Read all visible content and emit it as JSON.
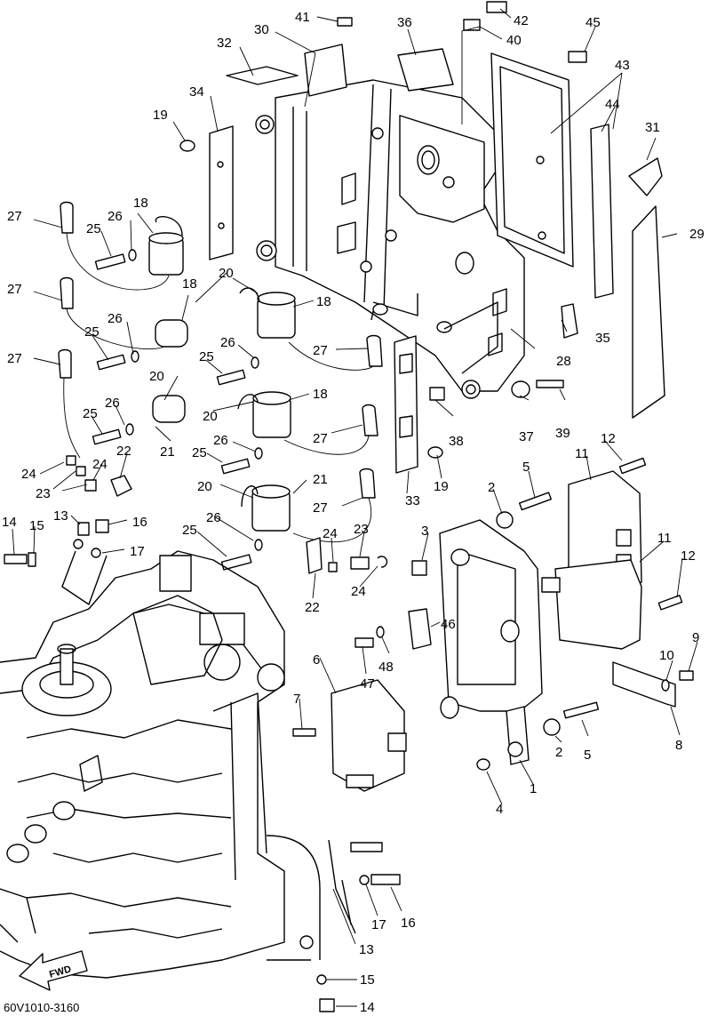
{
  "diagram_code": "60V1010-3160",
  "direction_label": "FWD",
  "callouts": [
    {
      "id": "c41",
      "text": "41"
    },
    {
      "id": "c42",
      "text": "42"
    },
    {
      "id": "c30",
      "text": "30"
    },
    {
      "id": "c36",
      "text": "36"
    },
    {
      "id": "c40",
      "text": "40"
    },
    {
      "id": "c45",
      "text": "45"
    },
    {
      "id": "c32",
      "text": "32"
    },
    {
      "id": "c43",
      "text": "43"
    },
    {
      "id": "c34",
      "text": "34"
    },
    {
      "id": "c44",
      "text": "44"
    },
    {
      "id": "c19a",
      "text": "19"
    },
    {
      "id": "c31",
      "text": "31"
    },
    {
      "id": "c18a",
      "text": "18"
    },
    {
      "id": "c27a",
      "text": "27"
    },
    {
      "id": "c26a",
      "text": "26"
    },
    {
      "id": "c25a",
      "text": "25"
    },
    {
      "id": "c29",
      "text": "29"
    },
    {
      "id": "c20a",
      "text": "20"
    },
    {
      "id": "c27b",
      "text": "27"
    },
    {
      "id": "c18b",
      "text": "18"
    },
    {
      "id": "c18c",
      "text": "18"
    },
    {
      "id": "c26b",
      "text": "26"
    },
    {
      "id": "c35",
      "text": "35"
    },
    {
      "id": "c25b",
      "text": "25"
    },
    {
      "id": "c26c",
      "text": "26"
    },
    {
      "id": "c27c",
      "text": "27"
    },
    {
      "id": "c28",
      "text": "28"
    },
    {
      "id": "c27d",
      "text": "27"
    },
    {
      "id": "c25c",
      "text": "25"
    },
    {
      "id": "c20b",
      "text": "20"
    },
    {
      "id": "c18d",
      "text": "18"
    },
    {
      "id": "c26d",
      "text": "26"
    },
    {
      "id": "c20c",
      "text": "20"
    },
    {
      "id": "c37",
      "text": "37"
    },
    {
      "id": "c39",
      "text": "39"
    },
    {
      "id": "c25d",
      "text": "25"
    },
    {
      "id": "c27e",
      "text": "27"
    },
    {
      "id": "c38",
      "text": "38"
    },
    {
      "id": "c21a",
      "text": "21"
    },
    {
      "id": "c22a",
      "text": "22"
    },
    {
      "id": "c26e",
      "text": "26"
    },
    {
      "id": "c12a",
      "text": "12"
    },
    {
      "id": "c11a",
      "text": "11"
    },
    {
      "id": "c24a",
      "text": "24"
    },
    {
      "id": "c24b",
      "text": "24"
    },
    {
      "id": "c25e",
      "text": "25"
    },
    {
      "id": "c19b",
      "text": "19"
    },
    {
      "id": "c5a",
      "text": "5"
    },
    {
      "id": "c23a",
      "text": "23"
    },
    {
      "id": "c33",
      "text": "33"
    },
    {
      "id": "c21b",
      "text": "21"
    },
    {
      "id": "c2a",
      "text": "2"
    },
    {
      "id": "c20d",
      "text": "20"
    },
    {
      "id": "c27f",
      "text": "27"
    },
    {
      "id": "c13a",
      "text": "13"
    },
    {
      "id": "c14a",
      "text": "14"
    },
    {
      "id": "c15a",
      "text": "15"
    },
    {
      "id": "c16a",
      "text": "16"
    },
    {
      "id": "c26f",
      "text": "26"
    },
    {
      "id": "c24c",
      "text": "24"
    },
    {
      "id": "c23b",
      "text": "23"
    },
    {
      "id": "c3",
      "text": "3"
    },
    {
      "id": "c17a",
      "text": "17"
    },
    {
      "id": "c25f",
      "text": "25"
    },
    {
      "id": "c11b",
      "text": "11"
    },
    {
      "id": "c12b",
      "text": "12"
    },
    {
      "id": "c24d",
      "text": "24"
    },
    {
      "id": "c22b",
      "text": "22"
    },
    {
      "id": "c46",
      "text": "46"
    },
    {
      "id": "c9",
      "text": "9"
    },
    {
      "id": "c6",
      "text": "6"
    },
    {
      "id": "c10",
      "text": "10"
    },
    {
      "id": "c48",
      "text": "48"
    },
    {
      "id": "c47",
      "text": "47"
    },
    {
      "id": "c7",
      "text": "7"
    },
    {
      "id": "c8",
      "text": "8"
    },
    {
      "id": "c2b",
      "text": "2"
    },
    {
      "id": "c5b",
      "text": "5"
    },
    {
      "id": "c1",
      "text": "1"
    },
    {
      "id": "c4",
      "text": "4"
    },
    {
      "id": "c17b",
      "text": "17"
    },
    {
      "id": "c16b",
      "text": "16"
    },
    {
      "id": "c13b",
      "text": "13"
    },
    {
      "id": "c15b",
      "text": "15"
    },
    {
      "id": "c14b",
      "text": "14"
    }
  ]
}
